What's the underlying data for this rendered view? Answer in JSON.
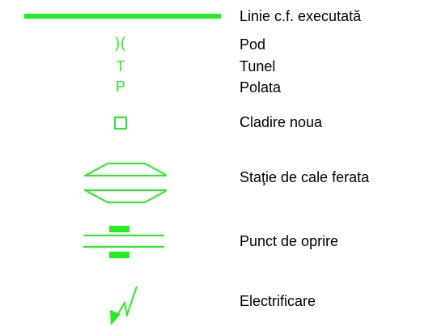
{
  "colors": {
    "symbol": "#22ee22",
    "text": "#000000"
  },
  "legend": {
    "items": [
      {
        "icon": "railway-line-icon",
        "label": "Linie c.f. executată"
      },
      {
        "icon": "bridge-icon",
        "glyph": ")(",
        "label": "Pod"
      },
      {
        "icon": "tunnel-icon",
        "glyph": "T",
        "label": "Tunel"
      },
      {
        "icon": "platform-icon",
        "glyph": "P",
        "label": "Polata"
      },
      {
        "icon": "new-building-icon",
        "label": "Cladire  noua"
      },
      {
        "icon": "railway-station-icon",
        "label": "Staţie de cale ferata"
      },
      {
        "icon": "stop-point-icon",
        "label": "Punct de oprire"
      },
      {
        "icon": "electrification-icon",
        "label": "Electrificare"
      }
    ]
  }
}
